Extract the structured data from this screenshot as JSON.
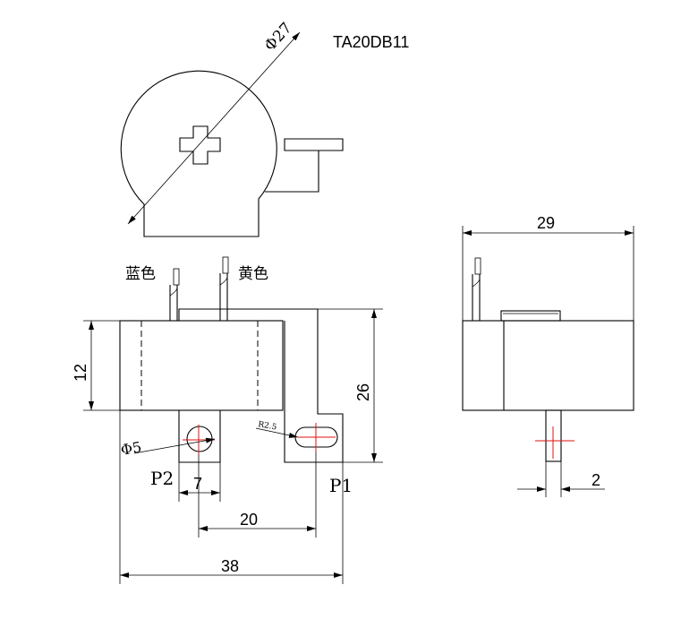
{
  "model": "TA20DB11",
  "wire_labels": {
    "blue": "蓝色",
    "yellow": "黄色"
  },
  "pins": {
    "p2": "P2",
    "p1": "P1"
  },
  "dimensions": {
    "diameter": "Φ27",
    "height_body": "12",
    "height_total": "26",
    "hole_diameter": "Φ5",
    "slot_radius": "R2.5",
    "p2_width": "7",
    "pin_spacing": "20",
    "total_width": "38",
    "side_width": "29",
    "pin_thickness": "2"
  }
}
